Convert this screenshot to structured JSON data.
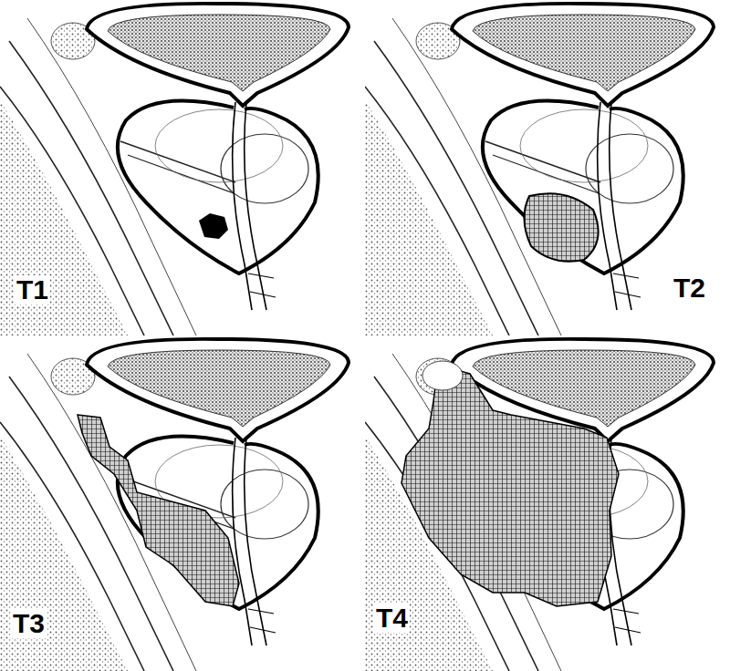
{
  "diagram": {
    "labels": [
      "T1",
      "T2",
      "T3",
      "T4"
    ]
  }
}
